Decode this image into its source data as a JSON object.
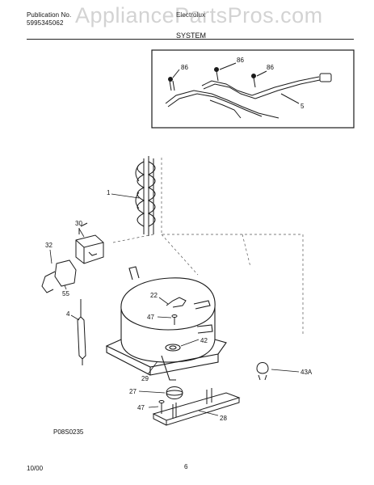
{
  "header": {
    "publication_label": "Publication No.",
    "publication_number": "5995345062",
    "brand": "Electrolux",
    "watermark": "AppliancePartsPros.com",
    "section_title": "SYSTEM"
  },
  "callouts": {
    "wire_clip_a": "86",
    "wire_clip_b": "86",
    "wire_clip_c": "86",
    "harness": "5",
    "condenser": "1",
    "overload": "30",
    "clip": "32",
    "relay": "55",
    "drier": "4",
    "clip_22": "22",
    "screw_47_top": "47",
    "grommet": "42",
    "compressor": "29",
    "grommet_27": "27",
    "screw_47_bottom": "47",
    "base_plate": "28",
    "clamp": "43A"
  },
  "footer": {
    "diagram_code": "P08S0235",
    "date": "10/00",
    "page": "6"
  },
  "colors": {
    "line": "#1a1a1a",
    "watermark": "#b0b0b0"
  }
}
